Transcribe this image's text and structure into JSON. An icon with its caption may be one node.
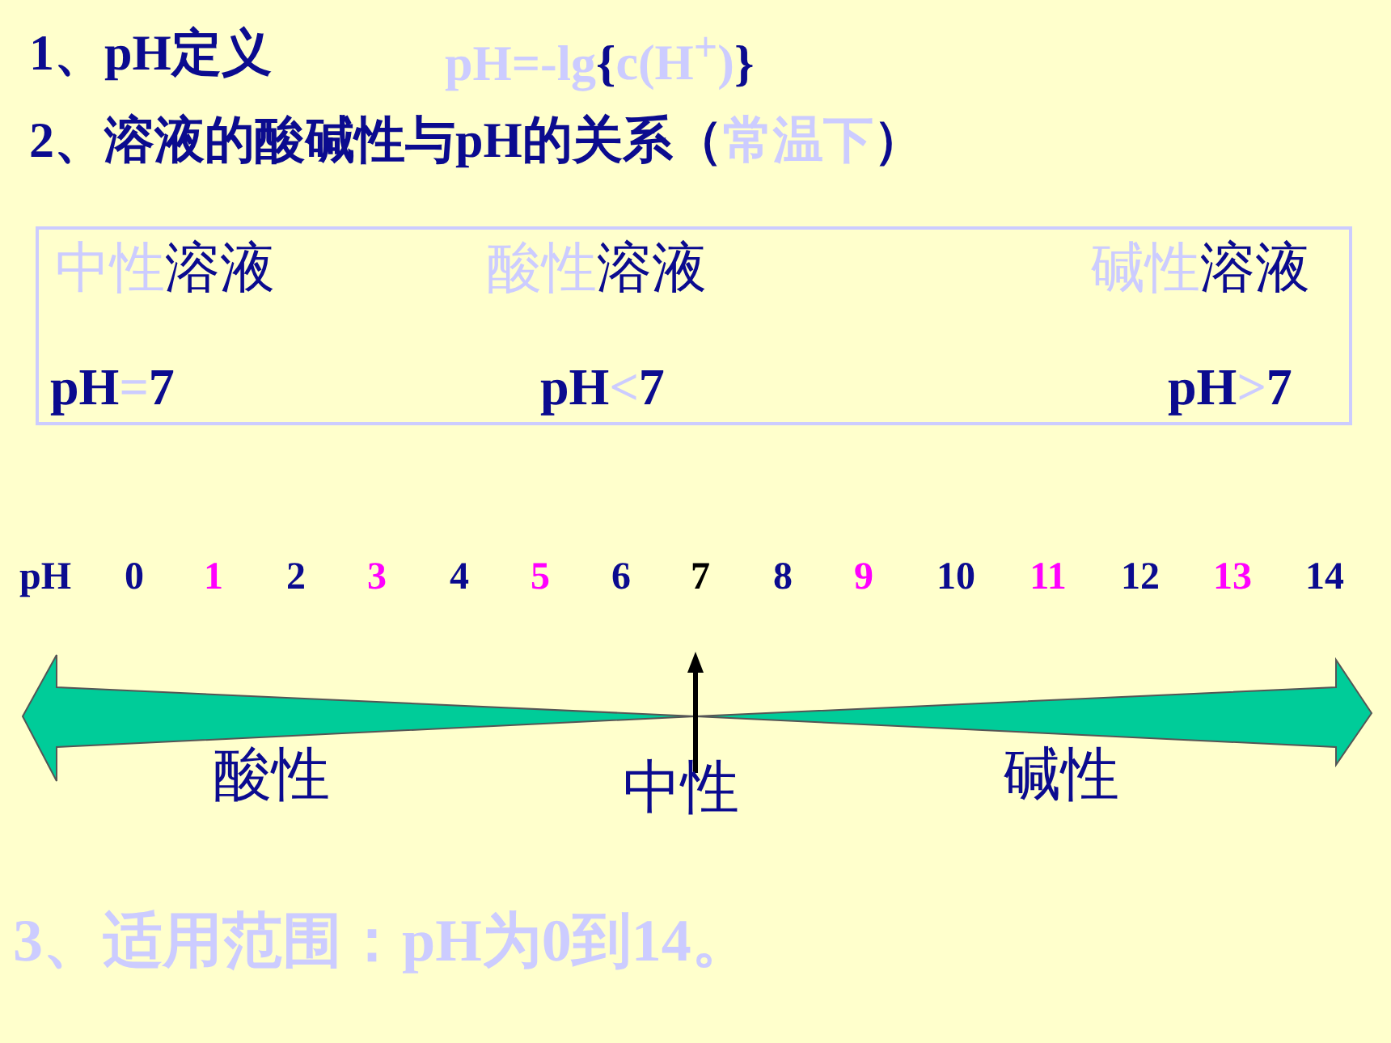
{
  "diagram": {
    "nodes": [
      {
        "text": [
          "中性",
          "溶液",
          "酸性",
          "溶液",
          "碱性",
          "溶液",
          "pH",
          "=",
          "7",
          "pH",
          "<",
          "7",
          "pH",
          ">",
          "7"
        ]
      }
    ],
    "labels": [
      "1、pH定义",
      "pH=-lg",
      "{",
      "c(H$^{+}$)",
      "}",
      "2、溶液的酸碱性与pH的关系（",
      "常温下",
      "）",
      "pH",
      "0",
      "1",
      "2",
      "3",
      "4",
      "5",
      "6",
      "7",
      "8",
      "9",
      "10",
      "11",
      "12",
      "13",
      "14",
      "酸性",
      "中性",
      "碱性",
      "3、适用范围：pH为0到14。"
    ]
  }
}
